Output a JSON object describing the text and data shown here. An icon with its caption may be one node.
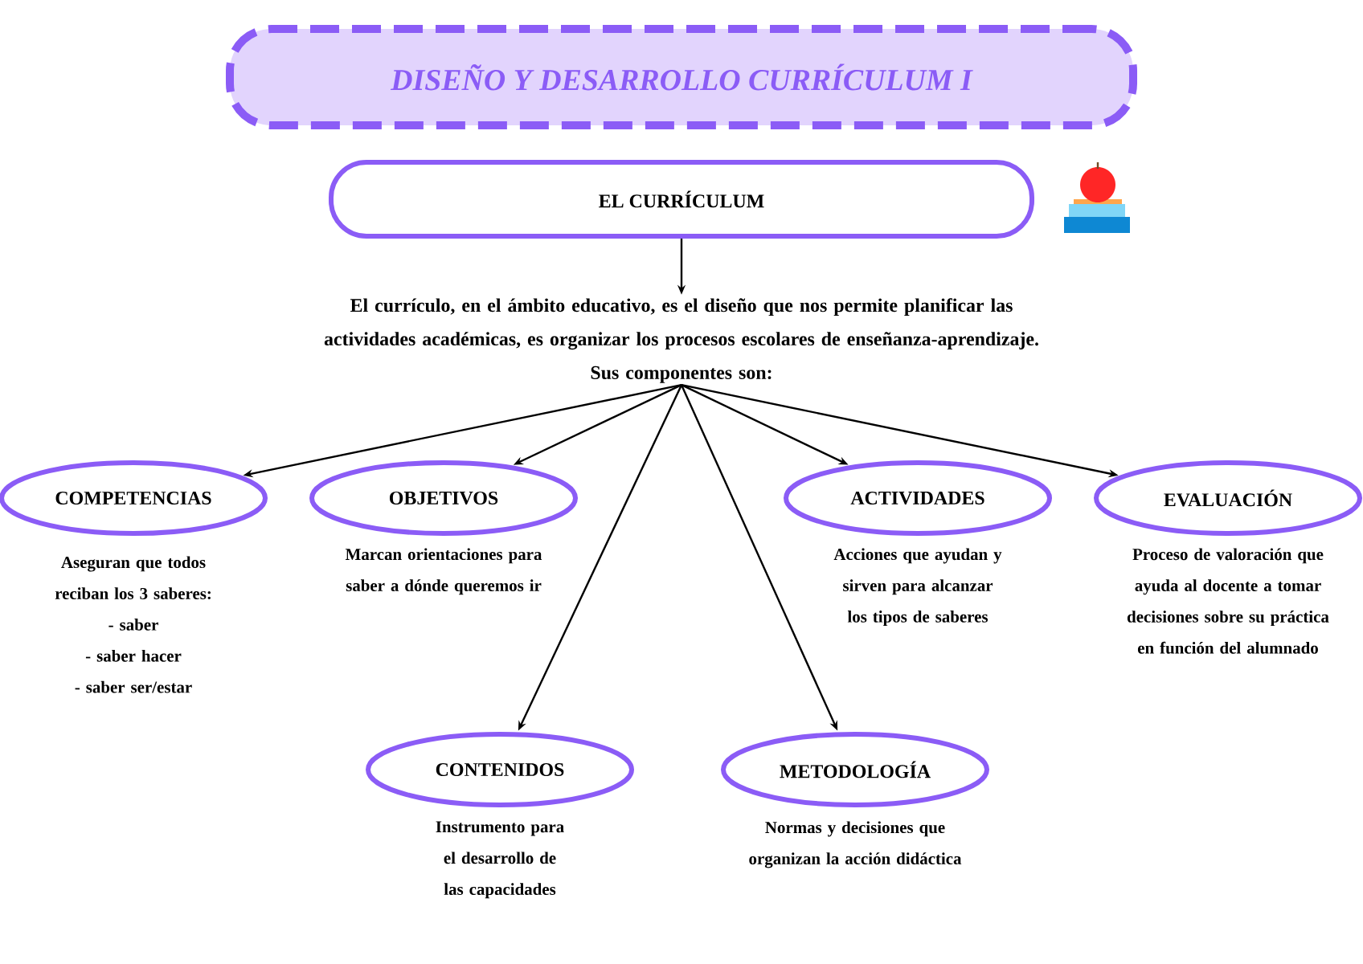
{
  "diagram": {
    "nodes": [
      {
        "text": [
          "DISEÑO Y DESARROLLO CURRÍCULUM I"
        ]
      },
      {
        "text": [
          "EL CURRÍCULUM"
        ]
      },
      {
        "text": [
          "El currículo, en el ámbito educativo, es el diseño que nos permite planificar las actividades académicas, es organizar los procesos escolares de enseñanza-aprendizaje.",
          "Sus componentes son:"
        ]
      },
      {
        "text": [
          "COMPETENCIAS"
        ],
        "beside": [
          "Aseguran que todos reciban los 3 saberes:",
          "- saber",
          "- saber hacer",
          "- saber ser/estar"
        ]
      },
      {
        "text": [
          "OBJETIVOS"
        ],
        "beside": [
          "Marcan orientaciones para saber a dónde queremos ir"
        ]
      },
      {
        "text": [
          "ACTIVIDADES"
        ],
        "beside": [
          "Acciones que ayudan y sirven para alcanzar los tipos de saberes"
        ]
      },
      {
        "text": [
          "EVALUACIÓN"
        ],
        "beside": [
          "Proceso de valoración que ayuda al docente a tomar decisiones sobre su práctica en función del alumnado"
        ]
      },
      {
        "text": [
          "CONTENIDOS"
        ],
        "beside": [
          "Instrumento para el desarrollo de las capacidades"
        ]
      },
      {
        "text": [
          "METODOLOGÍA"
        ],
        "beside": [
          "Normas y decisiones que organizan la acción didáctica"
        ]
      }
    ],
    "edges": [
      {
        "from": 1,
        "to": 2,
        "arrow": "to"
      },
      {
        "from": 2,
        "to": 3,
        "arrow": "to"
      },
      {
        "from": 2,
        "to": 4,
        "arrow": "to"
      },
      {
        "from": 2,
        "to": 7,
        "arrow": "to"
      },
      {
        "from": 2,
        "to": 8,
        "arrow": "to"
      },
      {
        "from": 2,
        "to": 5,
        "arrow": "to"
      },
      {
        "from": 2,
        "to": 6,
        "arrow": "to"
      }
    ]
  }
}
